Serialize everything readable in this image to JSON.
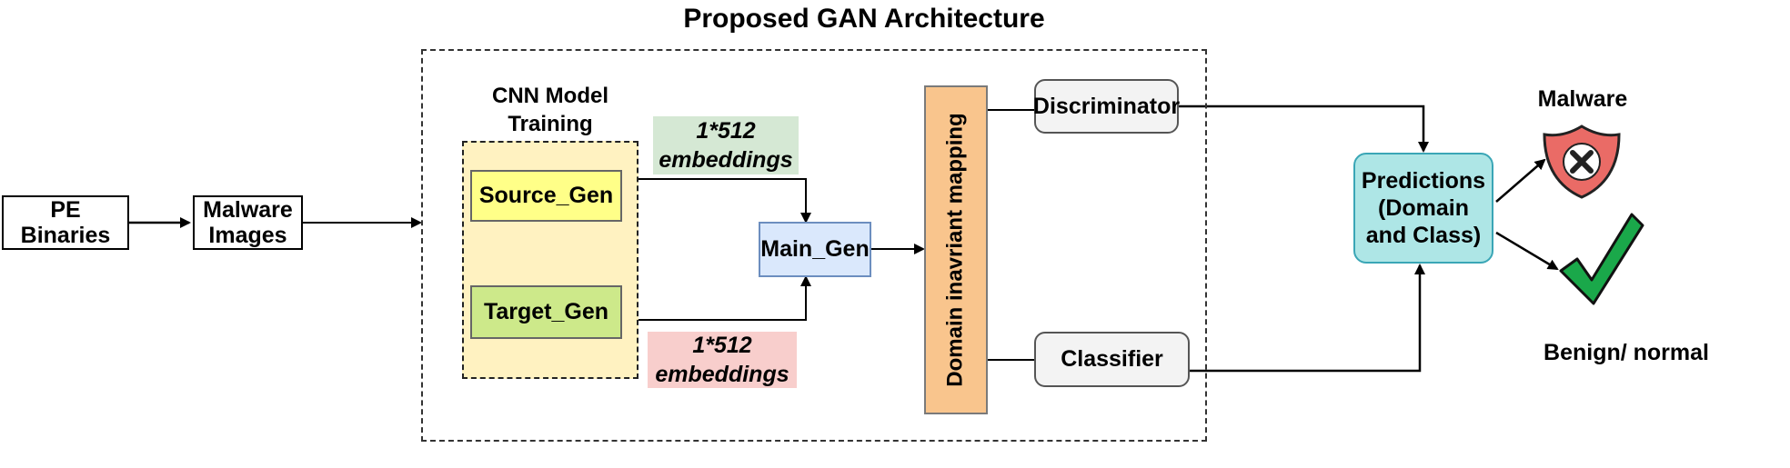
{
  "title": "Proposed GAN Architecture",
  "pe_binaries": "PE Binaries",
  "malware_images": "Malware Images",
  "cnn_training": "CNN Model Training",
  "source_gen": "Source_Gen",
  "target_gen": "Target_Gen",
  "embeddings_top": "1*512 embeddings",
  "embeddings_bottom": "1*512 embeddings",
  "main_gen": "Main_Gen",
  "domain_mapping": "Domain inavriant mapping",
  "discriminator": "Discriminator",
  "classifier": "Classifier",
  "predictions": "Predictions (Domain and Class)",
  "malware_label": "Malware",
  "benign_label": "Benign/ normal",
  "colors": {
    "cnn_bg": "#fff2c1",
    "source_gen": "#ffff88",
    "target_gen": "#cde98a",
    "emb_top_bg": "#d5e8d4",
    "emb_bottom_bg": "#f8cecc",
    "main_gen": "#dae8fc",
    "domain_bar": "#f9c58d",
    "predictions": "#aee6e6",
    "shield": "#ea6b66",
    "check": "#1aa84a"
  }
}
